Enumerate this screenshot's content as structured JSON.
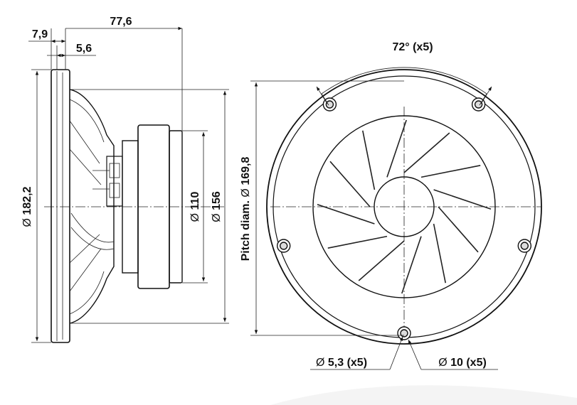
{
  "side_view": {
    "dim_depth": "77,6",
    "dim_flange": "7,9",
    "dim_gasket": "5,6",
    "dim_outer_diam": "182,2",
    "dim_magnet_110": "110",
    "dim_magnet_156": "156"
  },
  "front_view": {
    "dim_angle": "72° (x5)",
    "dim_pitch": "Pitch diam.",
    "dim_pitch_value": "169,8",
    "dim_hole_small": "5,3 (x5)",
    "dim_hole_large": "10 (x5)"
  },
  "symbols": {
    "diameter": "Ø"
  },
  "colors": {
    "line": "#111111",
    "background": "#ffffff"
  }
}
